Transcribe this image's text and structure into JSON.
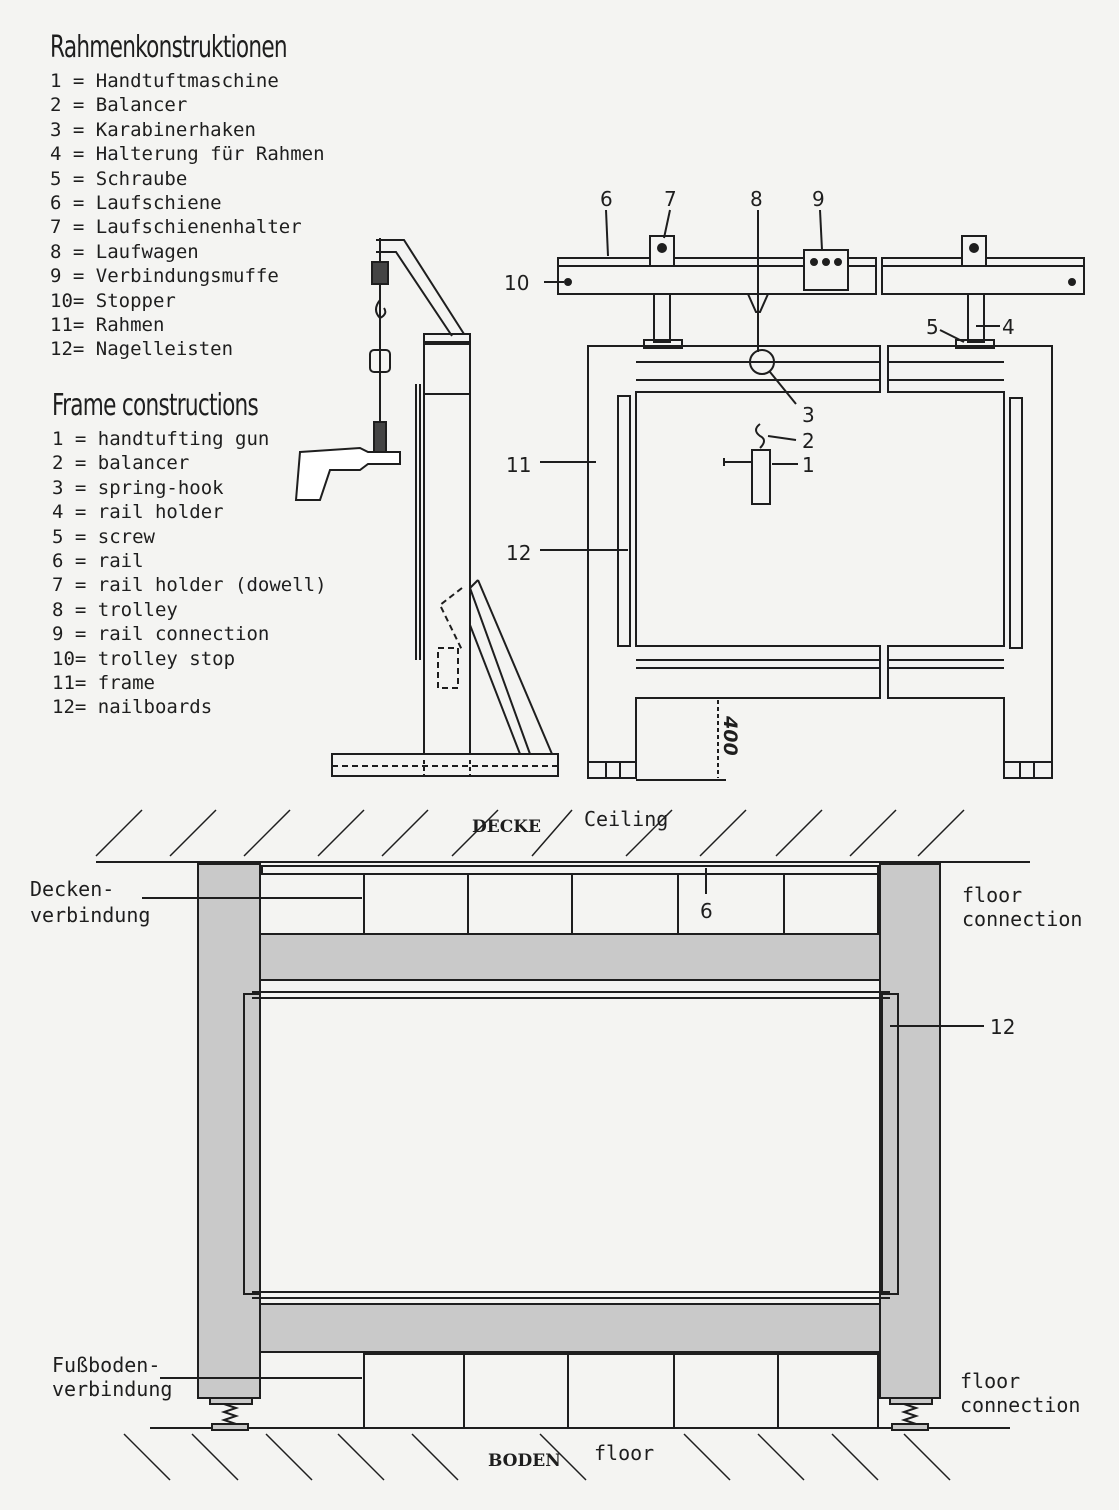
{
  "legend_de": {
    "title": "Rahmenkonstruktionen",
    "items": [
      "1 = Handtuftmaschine",
      "2 = Balancer",
      "3 = Karabinerhaken",
      "4 = Halterung für Rahmen",
      "5 = Schraube",
      "6 = Laufschiene",
      "7 = Laufschienenhalter",
      "8 = Laufwagen",
      "9 = Verbindungsmuffe",
      "10= Stopper",
      "11= Rahmen",
      "12= Nagelleisten"
    ]
  },
  "legend_en": {
    "title": "Frame constructions",
    "items": [
      "1 = handtufting gun",
      "2 = balancer",
      "3 = spring-hook",
      "4 = rail holder",
      "5 = screw",
      "6 = rail",
      "7 = rail holder (dowell)",
      "8 = trolley",
      "9 = rail connection",
      "10= trolley stop",
      "11= frame",
      "12= nailboards"
    ]
  },
  "front_view": {
    "labels": {
      "n6": "6",
      "n7": "7",
      "n8": "8",
      "n9": "9",
      "n10": "10",
      "n5": "5",
      "n4": "4",
      "n3": "3",
      "n2": "2",
      "n1": "1",
      "n11": "11",
      "n12": "12"
    },
    "dimension": "400"
  },
  "room_view": {
    "ceiling_de": "DECKE",
    "ceiling_en": "Ceiling",
    "floor_de": "BODEN",
    "floor_en": "floor",
    "ceiling_connection_de": [
      "Decken-",
      "verbindung"
    ],
    "floor_connection_de": [
      "Fußboden-",
      "verbindung"
    ],
    "floor_connection_en_top": [
      "floor",
      "connection"
    ],
    "floor_connection_en_bottom": [
      "floor",
      "connection"
    ],
    "label_rail": "6",
    "label_nailboards": "12"
  },
  "colors": {
    "background": "#f4f4f2",
    "ink": "#1e1e1e",
    "frame_fill": "#c9c9c9"
  }
}
